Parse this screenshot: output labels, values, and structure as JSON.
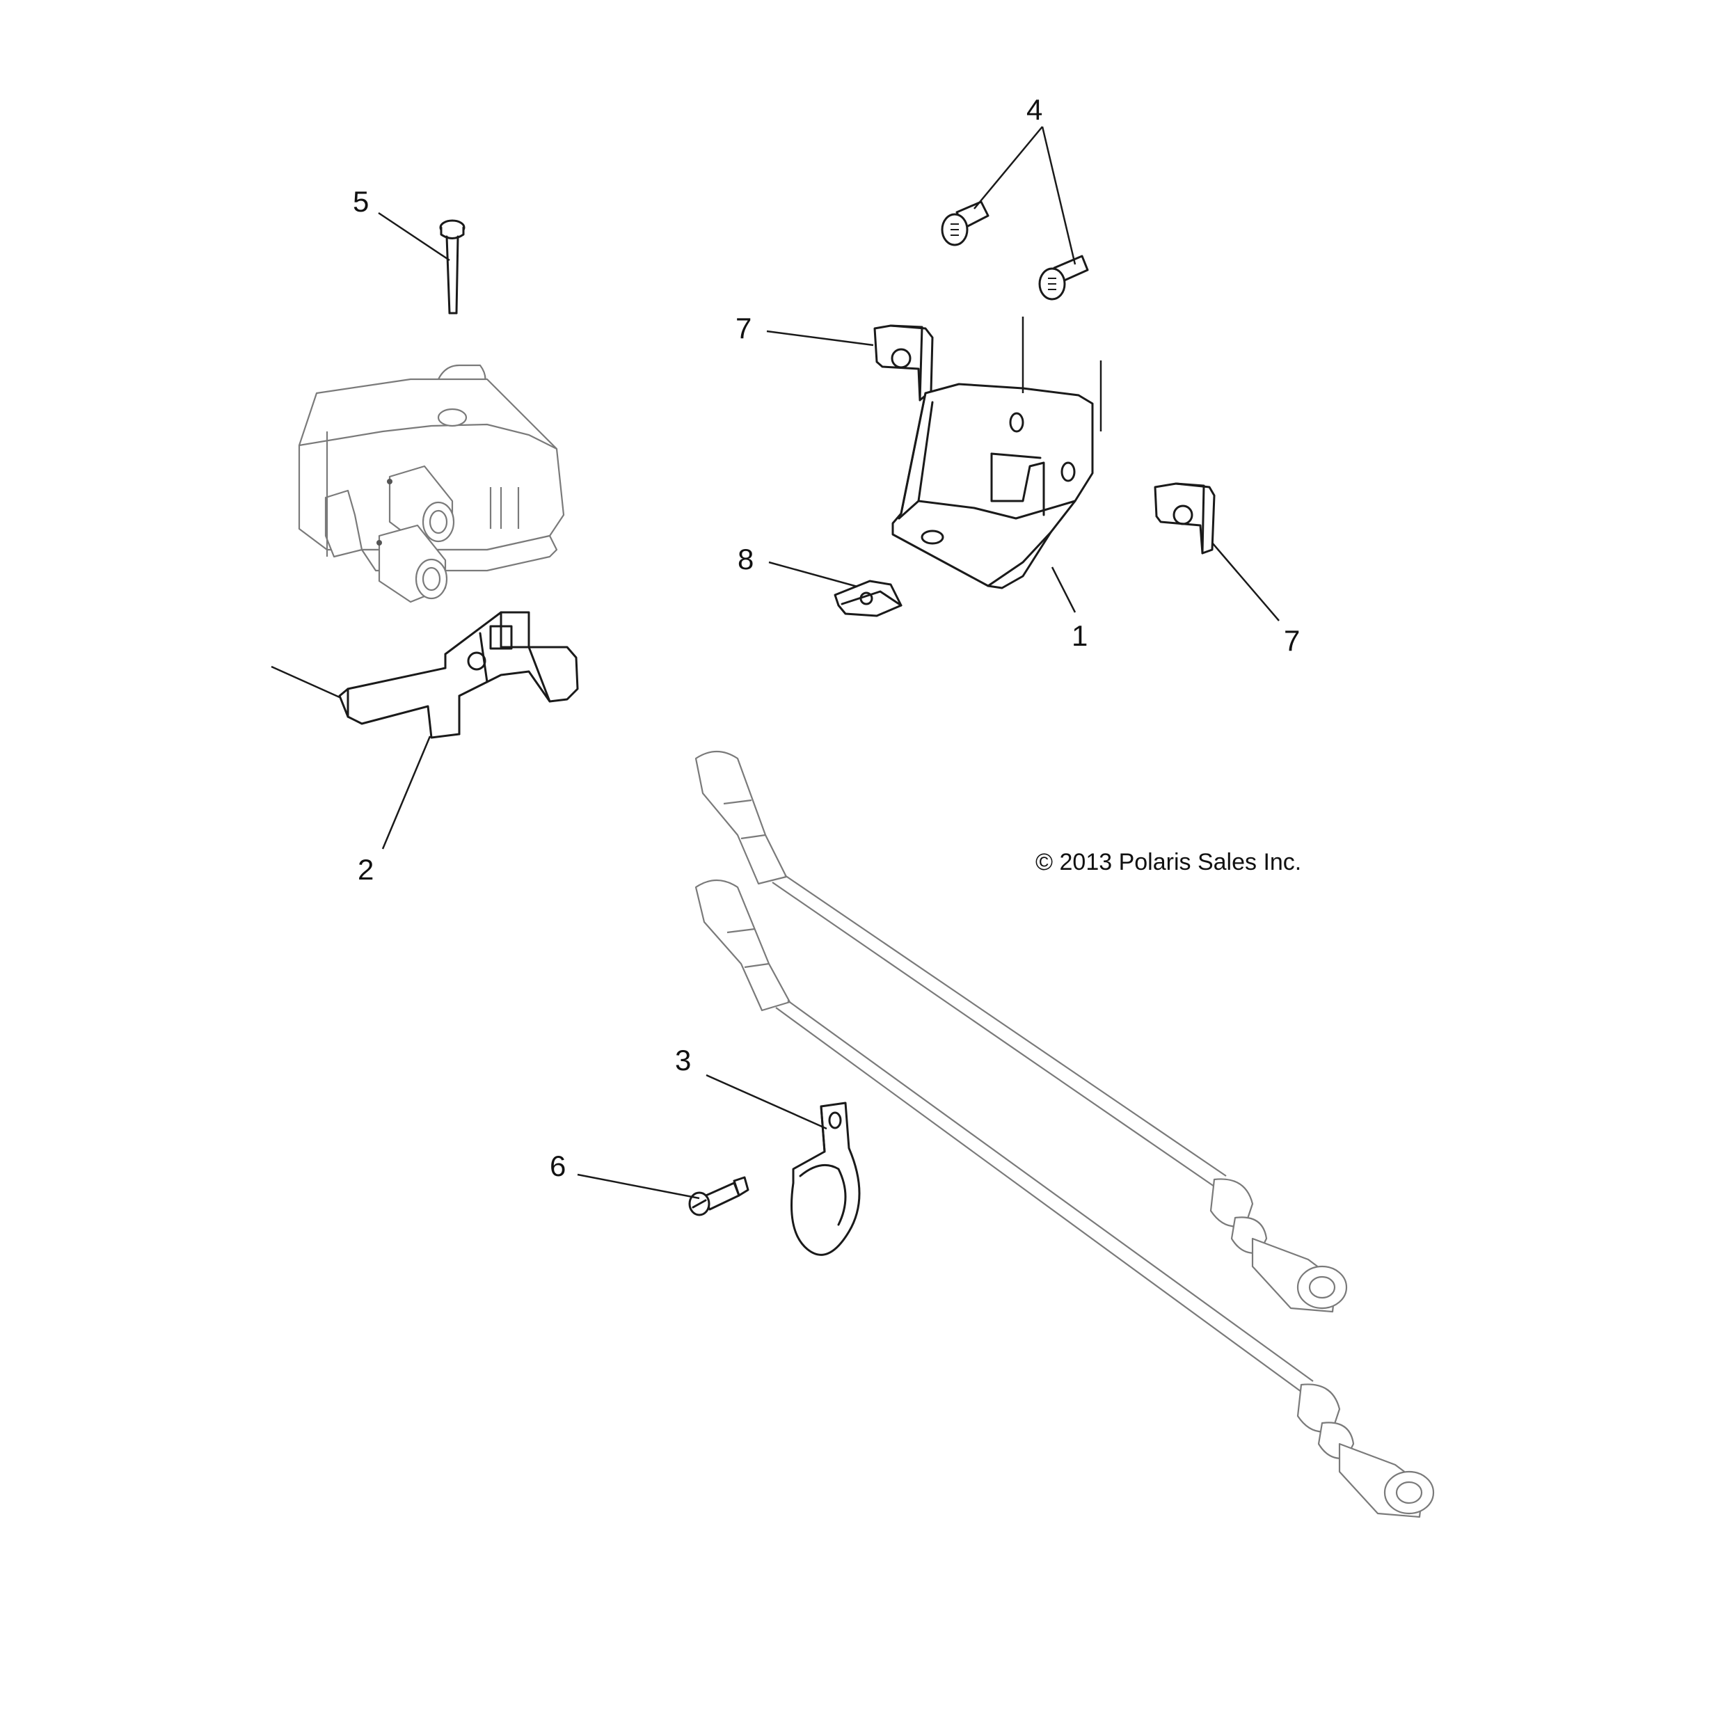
{
  "callouts": {
    "c1": "1",
    "c2": "2",
    "c3": "3",
    "c4": "4",
    "c5": "5",
    "c6": "6",
    "c7a": "7",
    "c7b": "7",
    "c8": "8"
  },
  "copyright": "© 2013 Polaris Sales Inc."
}
